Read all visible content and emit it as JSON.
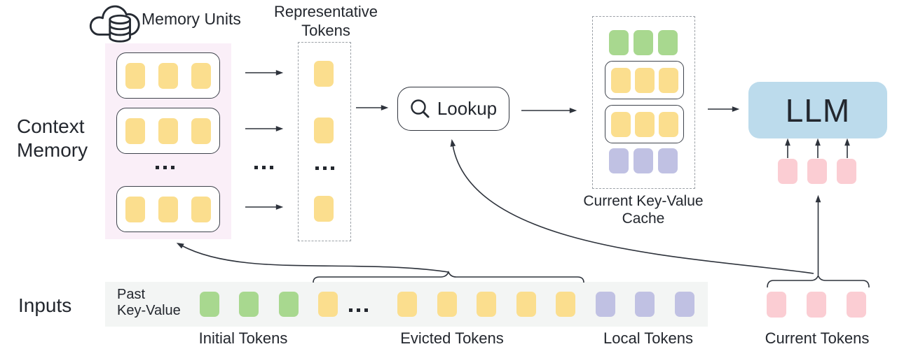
{
  "colors": {
    "yellow_token": "#FBDE8E",
    "green_token": "#A8D88F",
    "purple_token": "#C0C1E3",
    "pink_token": "#FBCDD3",
    "llm_fill": "#BCDBEC",
    "memory_panel_bg": "#FAEFF8",
    "input_bar_bg": "#F3F5F4",
    "line_color": "#2E333C",
    "text_color": "#23272E",
    "dash_color": "#9BA0A6",
    "unit_border": "#3E434C"
  },
  "left_labels": {
    "context_memory": "Context\nMemory",
    "inputs": "Inputs"
  },
  "memory_units": {
    "title": "Memory Units",
    "unit_count": 3,
    "tokens_per_unit": 3
  },
  "representative_tokens": {
    "title": "Representative\nTokens"
  },
  "lookup": {
    "label": "Lookup"
  },
  "kv_cache": {
    "label": "Current Key-Value\nCache"
  },
  "llm": {
    "label": "LLM"
  },
  "input_bar": {
    "past_kv": "Past\nKey-Value",
    "groups": [
      {
        "label": "Initial Tokens",
        "count": 3,
        "color": "green"
      },
      {
        "label": "Evicted Tokens",
        "count": 6,
        "color": "yellow"
      },
      {
        "label": "Local Tokens",
        "count": 3,
        "color": "purple"
      },
      {
        "label": "Current Tokens",
        "count": 3,
        "color": "pink"
      }
    ]
  }
}
